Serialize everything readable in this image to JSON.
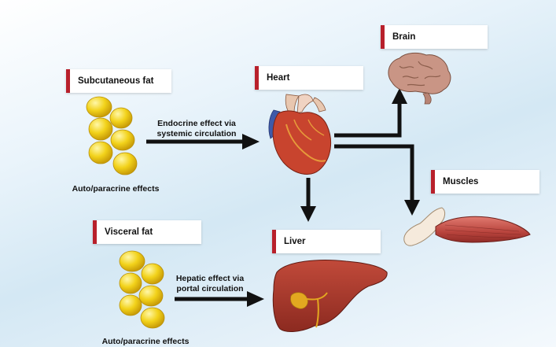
{
  "labels": {
    "subcutaneous_fat": "Subcutaneous fat",
    "visceral_fat": "Visceral fat",
    "heart": "Heart",
    "brain": "Brain",
    "muscles": "Muscles",
    "liver": "Liver"
  },
  "captions": {
    "auto_paracrine_top": "Auto/paracrine effects",
    "auto_paracrine_bottom": "Auto/paracrine effects",
    "endocrine_line1": "Endocrine effect via",
    "endocrine_line2": "systemic circulation",
    "hepatic_line1": "Hepatic effect via",
    "hepatic_line2": "portal circulation"
  },
  "colors": {
    "label_accent": "#b8202b",
    "arrow": "#111111",
    "fat": "#f2d21a",
    "liver": "#a8362a",
    "heart": "#c8442e",
    "muscle": "#c0504a",
    "brain": "#c99585"
  },
  "icons": [
    "fat-cells",
    "heart-organ",
    "brain-organ",
    "muscle-organ",
    "liver-organ"
  ]
}
